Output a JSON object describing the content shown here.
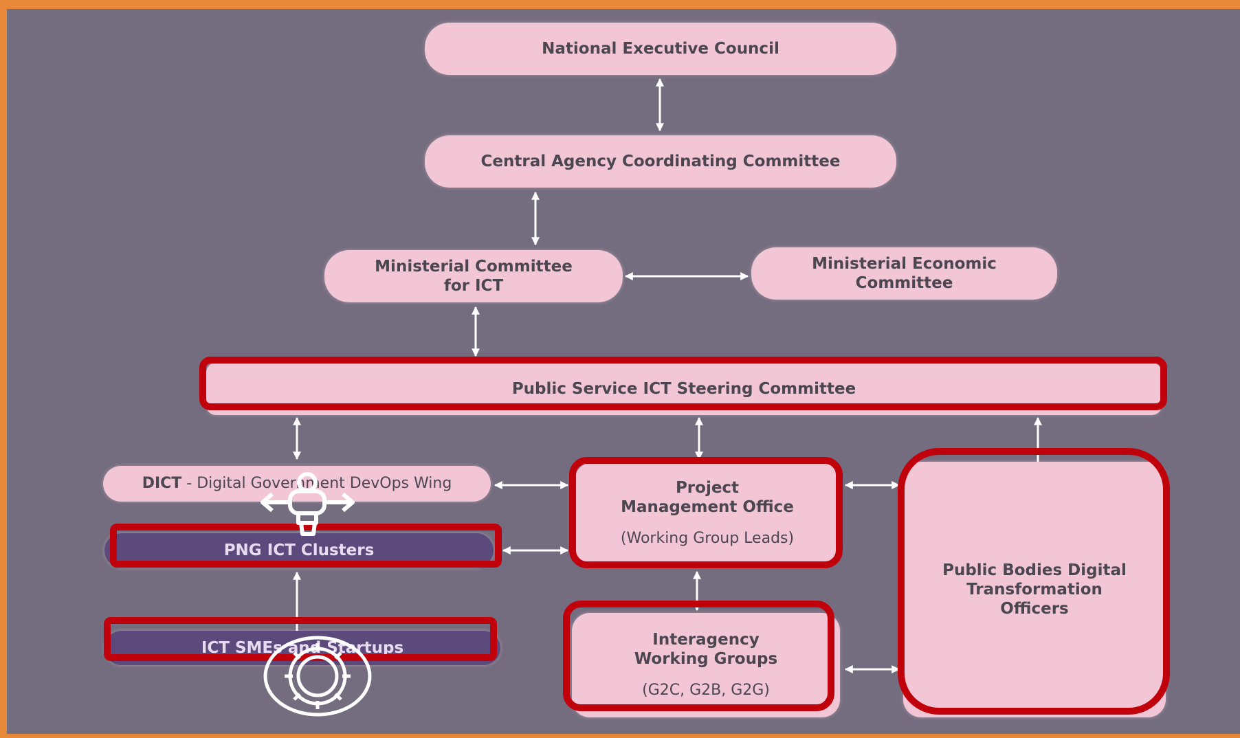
{
  "nodes": {
    "nec": "National Executive Council",
    "cacc": "Central Agency Coordinating Committee",
    "mc_ict": "Ministerial Committee for ICT",
    "mec": "Ministerial Economic Committee",
    "psisc": "Public Service ICT Steering Committee",
    "dict_prefix": "DICT",
    "dict_rest": " - Digital Government DevOps Wing",
    "png_clusters": "PNG ICT Clusters",
    "smes": "ICT SMEs and Startups",
    "pmo_title": "Project Management Office",
    "pmo_sub": "(Working Group Leads)",
    "iwg_title": "Interagency Working Groups",
    "iwg_sub": "(G2C, G2B, G2G)",
    "pbdto": "Public Bodies Digital Transformation Officers"
  },
  "icons": {
    "drone": "drone-icon",
    "gear": "gear-icon"
  },
  "colors": {
    "background": "#746d7f",
    "node_fill": "#f2c6d5",
    "node_dark_fill": "#5c4a7d",
    "highlight": "#c0000a",
    "frame": "#e8893a",
    "arrow": "#ffffff"
  }
}
